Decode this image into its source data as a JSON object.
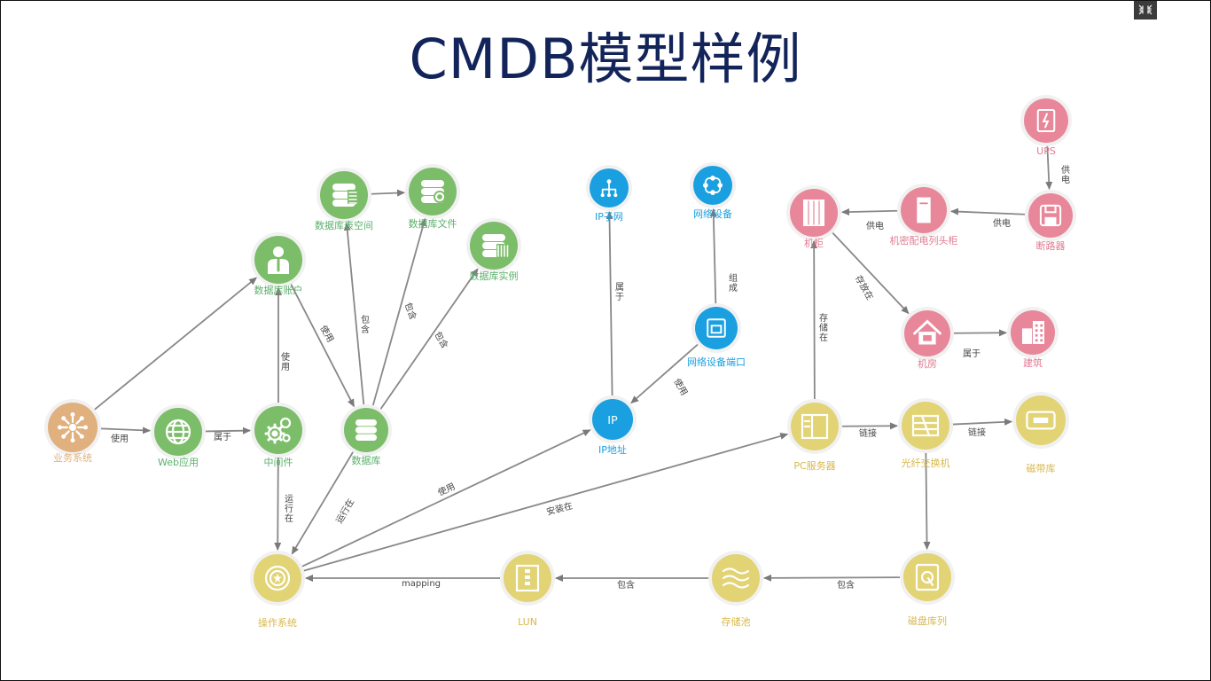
{
  "title": "CMDB模型样例",
  "colors": {
    "business": "#e0b07e",
    "app": "#7cbd6a",
    "app_text": "#5ab06a",
    "network": "#1aa0e0",
    "facility": "#e8879a",
    "facility_text": "#e07a90",
    "hardware": "#e2d374",
    "hardware_text": "#d8b84a",
    "title": "#12245a",
    "edge": "#888888"
  },
  "nodes": [
    {
      "id": "biz_system",
      "label": "业务系统",
      "group": "business",
      "icon": "hub-icon"
    },
    {
      "id": "web_app",
      "label": "Web应用",
      "group": "app",
      "icon": "globe-refresh-icon"
    },
    {
      "id": "middleware",
      "label": "中间件",
      "group": "app",
      "icon": "gears-icon"
    },
    {
      "id": "db_account",
      "label": "数据库账户",
      "group": "app",
      "icon": "user-icon"
    },
    {
      "id": "db_tablespace",
      "label": "数据库表空间",
      "group": "app",
      "icon": "database-list-icon"
    },
    {
      "id": "db_file",
      "label": "数据库文件",
      "group": "app",
      "icon": "database-gear-icon"
    },
    {
      "id": "db_instance",
      "label": "数据库实例",
      "group": "app",
      "icon": "database-bars-icon"
    },
    {
      "id": "database",
      "label": "数据库",
      "group": "app",
      "icon": "database-icon"
    },
    {
      "id": "ip_subnet",
      "label": "IP子网",
      "group": "network",
      "icon": "network-tree-icon"
    },
    {
      "id": "net_device",
      "label": "网络设备",
      "group": "network",
      "icon": "network-loop-icon"
    },
    {
      "id": "net_port",
      "label": "网络设备端口",
      "group": "network",
      "icon": "ethernet-port-icon"
    },
    {
      "id": "ip_address",
      "label": "IP地址",
      "group": "network",
      "icon": "ip-pin-icon"
    },
    {
      "id": "rack",
      "label": "机柜",
      "group": "facility",
      "icon": "rack-icon"
    },
    {
      "id": "pdu",
      "label": "机密配电列头柜",
      "group": "facility",
      "icon": "power-cabinet-icon"
    },
    {
      "id": "ups",
      "label": "UPS",
      "group": "facility",
      "icon": "battery-icon"
    },
    {
      "id": "breaker",
      "label": "断路器",
      "group": "facility",
      "icon": "breaker-icon"
    },
    {
      "id": "room",
      "label": "机房",
      "group": "facility",
      "icon": "house-icon"
    },
    {
      "id": "building",
      "label": "建筑",
      "group": "facility",
      "icon": "building-icon"
    },
    {
      "id": "pc_server",
      "label": "PC服务器",
      "group": "hardware",
      "icon": "server-icon"
    },
    {
      "id": "fc_switch",
      "label": "光纤交换机",
      "group": "hardware",
      "icon": "switch-icon"
    },
    {
      "id": "tape_lib",
      "label": "磁带库",
      "group": "hardware",
      "icon": "tape-icon"
    },
    {
      "id": "os",
      "label": "操作系统",
      "group": "hardware",
      "icon": "os-icon"
    },
    {
      "id": "lun",
      "label": "LUN",
      "group": "hardware",
      "icon": "lun-icon"
    },
    {
      "id": "storage_pool",
      "label": "存储池",
      "group": "hardware",
      "icon": "storage-pool-icon"
    },
    {
      "id": "disk_array",
      "label": "磁盘库列",
      "group": "hardware",
      "icon": "disk-array-icon"
    }
  ],
  "edges": [
    {
      "from": "biz_system",
      "to": "web_app",
      "label": "使用"
    },
    {
      "from": "biz_system",
      "to": "db_account",
      "label": ""
    },
    {
      "from": "web_app",
      "to": "middleware",
      "label": "属于"
    },
    {
      "from": "middleware",
      "to": "db_account",
      "label": "使用"
    },
    {
      "from": "db_account",
      "to": "database",
      "label": "使用"
    },
    {
      "from": "database",
      "to": "db_tablespace",
      "label": "包含"
    },
    {
      "from": "database",
      "to": "db_file",
      "label": "包含"
    },
    {
      "from": "database",
      "to": "db_instance",
      "label": "包含"
    },
    {
      "from": "db_tablespace",
      "to": "db_file",
      "label": ""
    },
    {
      "from": "middleware",
      "to": "os",
      "label": "运行在"
    },
    {
      "from": "database",
      "to": "os",
      "label": "运行在"
    },
    {
      "from": "os",
      "to": "ip_address",
      "label": "使用"
    },
    {
      "from": "os",
      "to": "pc_server",
      "label": "安装在"
    },
    {
      "from": "ip_address",
      "to": "ip_subnet",
      "label": "属于"
    },
    {
      "from": "net_port",
      "to": "net_device",
      "label": "组成"
    },
    {
      "from": "net_port",
      "to": "ip_address",
      "label": "使用"
    },
    {
      "from": "pc_server",
      "to": "rack",
      "label": "存储在"
    },
    {
      "from": "pc_server",
      "to": "fc_switch",
      "label": "链接"
    },
    {
      "from": "fc_switch",
      "to": "tape_lib",
      "label": "链接"
    },
    {
      "from": "fc_switch",
      "to": "disk_array",
      "label": ""
    },
    {
      "from": "disk_array",
      "to": "storage_pool",
      "label": "包含"
    },
    {
      "from": "storage_pool",
      "to": "lun",
      "label": "包含"
    },
    {
      "from": "lun",
      "to": "os",
      "label": "mapping"
    },
    {
      "from": "pdu",
      "to": "rack",
      "label": "供电"
    },
    {
      "from": "breaker",
      "to": "pdu",
      "label": "供电"
    },
    {
      "from": "ups",
      "to": "breaker",
      "label": "供电"
    },
    {
      "from": "rack",
      "to": "room",
      "label": "存放在"
    },
    {
      "from": "room",
      "to": "building",
      "label": "属于"
    }
  ]
}
